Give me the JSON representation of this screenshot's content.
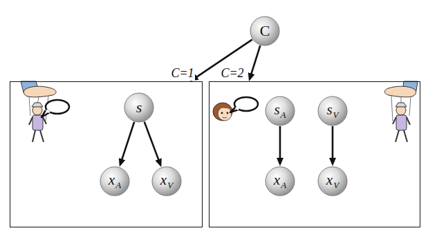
{
  "diagram": {
    "nodes": [
      {
        "text": [
          "C"
        ]
      },
      {
        "text": [
          "C=1"
        ]
      },
      {
        "text": [
          "s"
        ],
        "in": 1
      },
      {
        "text": [
          "xA"
        ],
        "in": 1
      },
      {
        "text": [
          "xV"
        ],
        "in": 1
      },
      {
        "text": [
          "C=2"
        ]
      },
      {
        "text": [
          "sA"
        ],
        "in": 5
      },
      {
        "text": [
          "sV"
        ],
        "in": 5
      },
      {
        "text": [
          "xA"
        ],
        "in": 5
      },
      {
        "text": [
          "xV"
        ],
        "in": 5
      }
    ],
    "edges": [
      {
        "from": 0,
        "to": 1,
        "arrow": "to"
      },
      {
        "from": 0,
        "to": 5,
        "arrow": "to"
      },
      {
        "from": 2,
        "to": 3,
        "arrow": "to"
      },
      {
        "from": 2,
        "to": 4,
        "arrow": "to"
      },
      {
        "from": 6,
        "to": 8,
        "arrow": "to"
      },
      {
        "from": 7,
        "to": 9,
        "arrow": "to"
      }
    ]
  }
}
